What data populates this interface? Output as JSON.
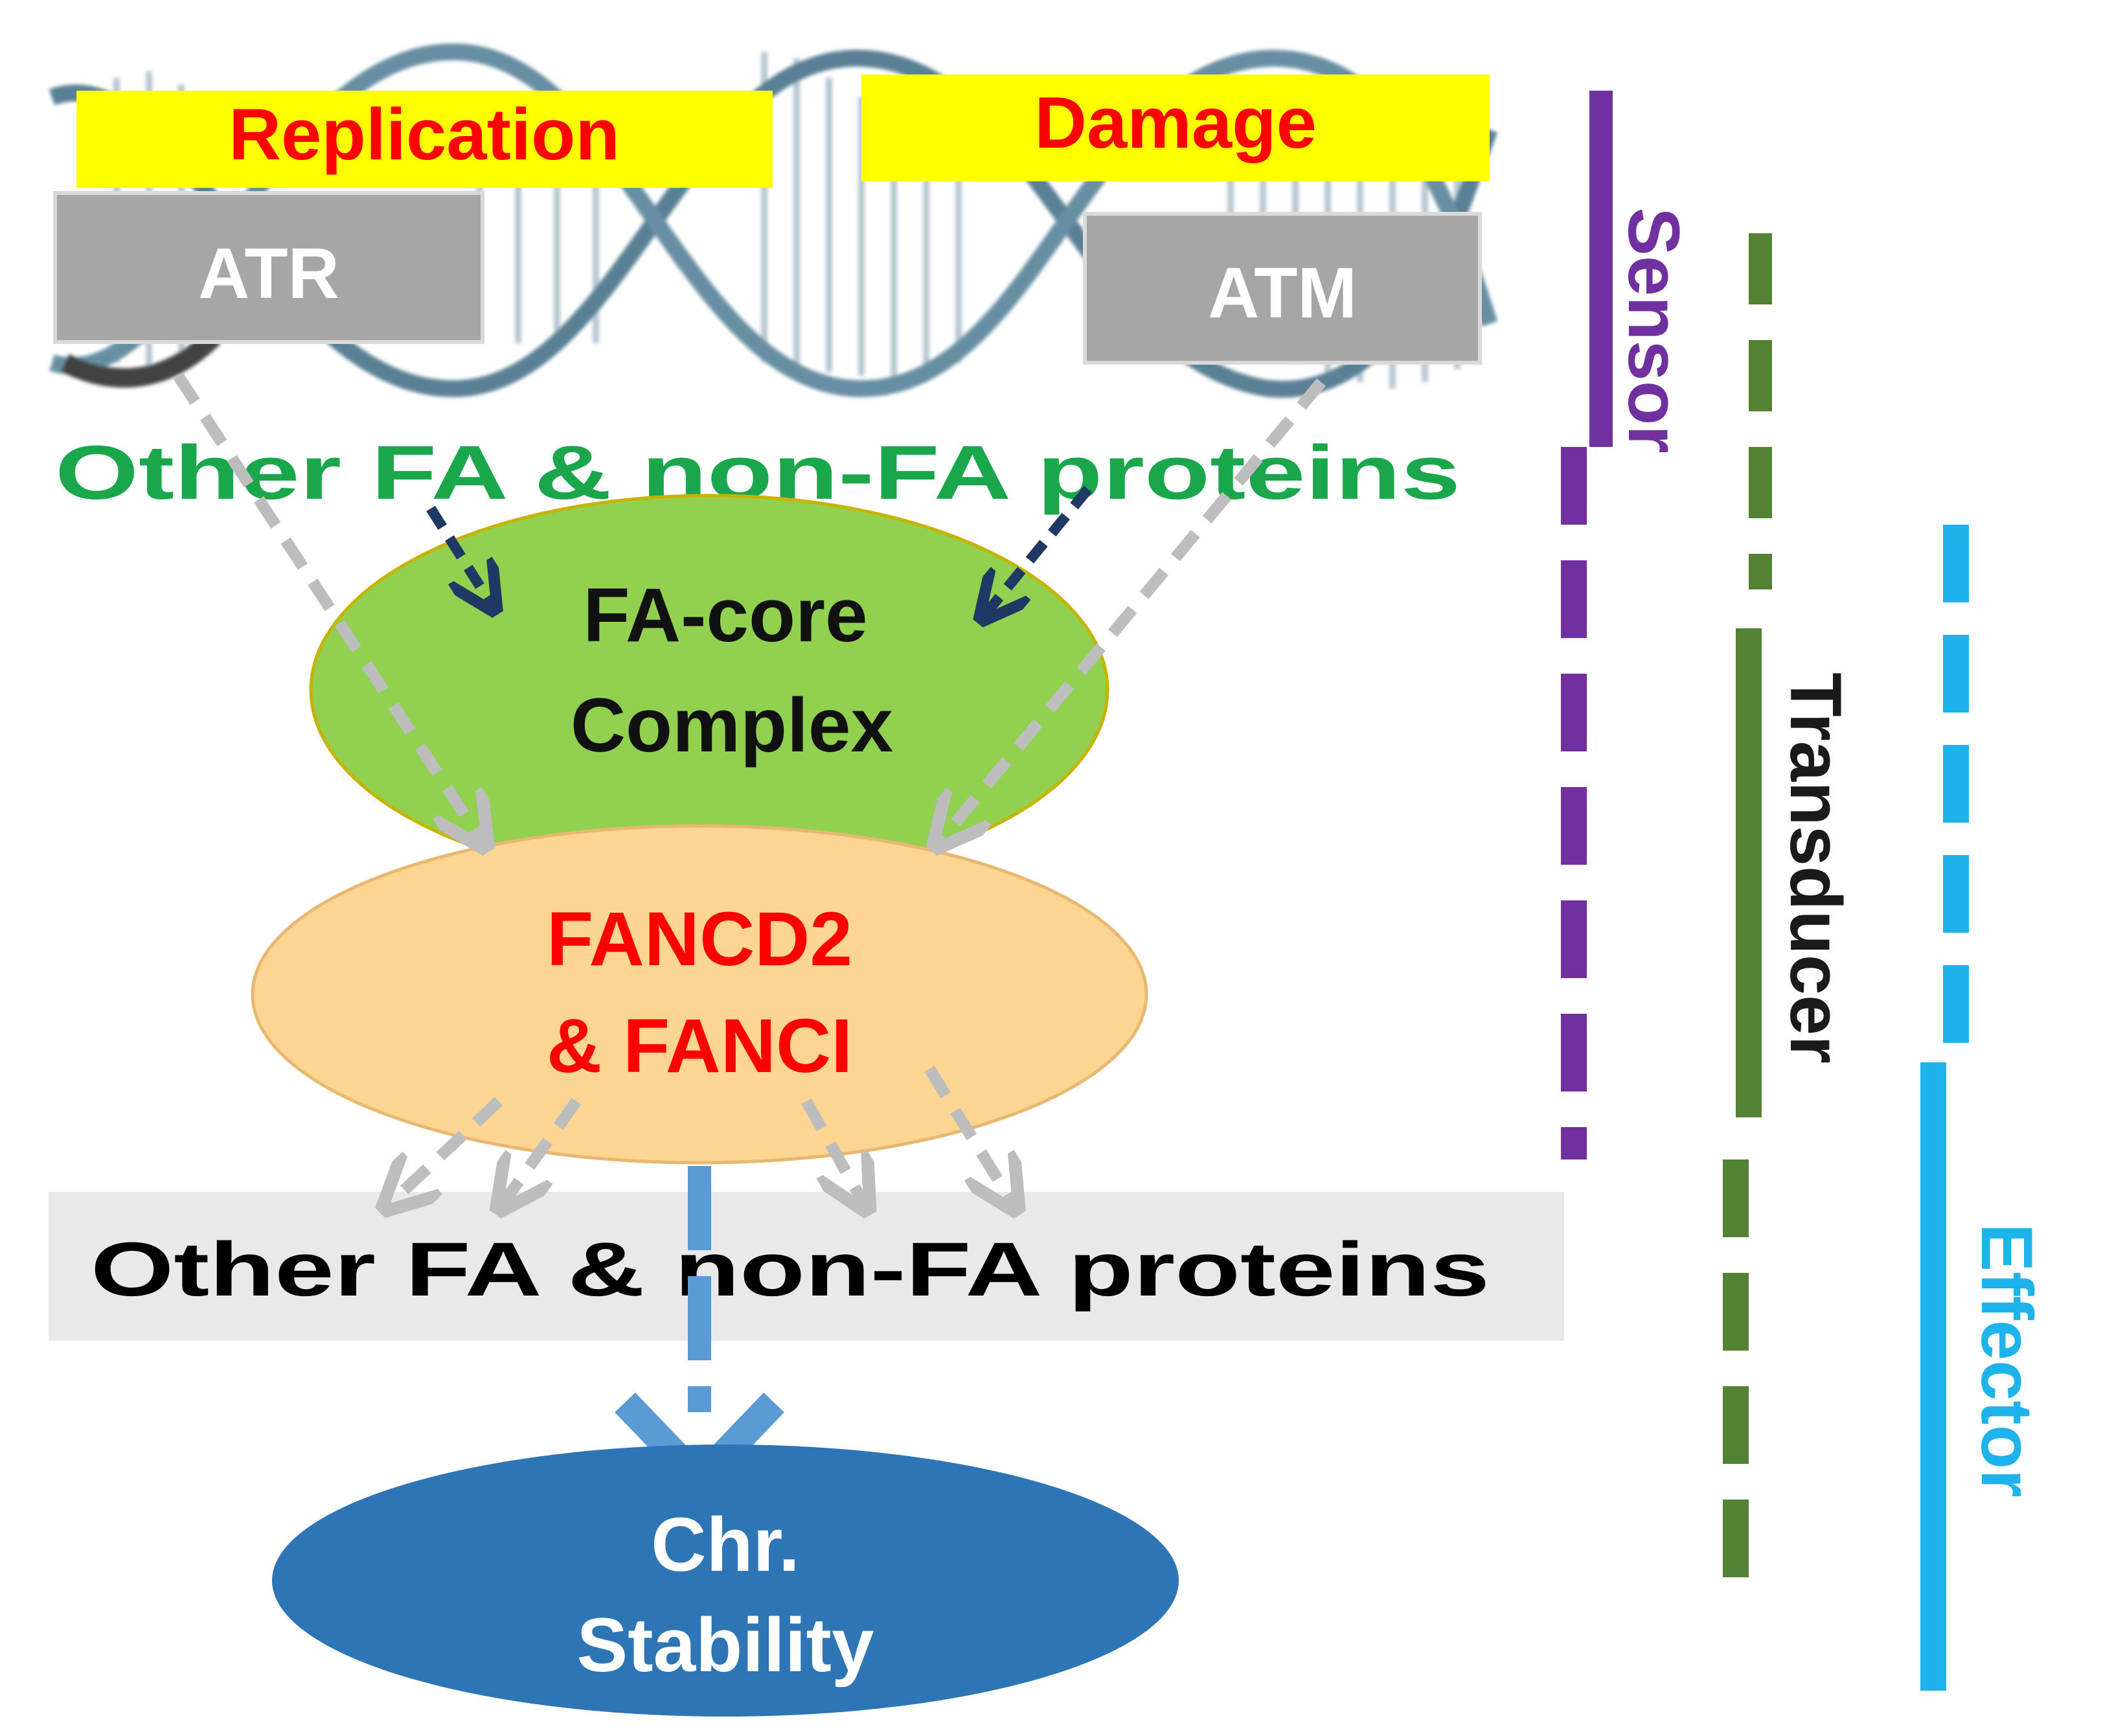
{
  "triggers": {
    "replication": "Replication",
    "damage": "Damage"
  },
  "kinases": {
    "atr": "ATR",
    "atm": "ATM"
  },
  "upstream_proteins": "Other FA & non-FA proteins",
  "core_complex": {
    "line1": "FA-core",
    "line2": "Complex"
  },
  "fancd2_fanci": {
    "line1": "FANCD2",
    "line2": "& FANCI"
  },
  "downstream_proteins": "Other FA & non-FA proteins",
  "outcome": {
    "line1": "Chr.",
    "line2": "Stability"
  },
  "roles": {
    "sensor": "Sensor",
    "transducer": "Transducer",
    "effector": "Effector"
  },
  "colors": {
    "trigger_box": "#ffff00",
    "trigger_text": "#ff0000",
    "kinase_box": "#a6a6a6",
    "upstream_text": "#1aa64a",
    "core_fill": "#92d050",
    "fancd2_fill": "#fcd592",
    "fancd2_text": "#ff0000",
    "downstream_box": "#e9e9e9",
    "outcome_fill": "#2e75b6",
    "sensor": "#7030a0",
    "transducer": "#548235",
    "effector": "#1fb3ec",
    "dna": "#4e7b93"
  }
}
